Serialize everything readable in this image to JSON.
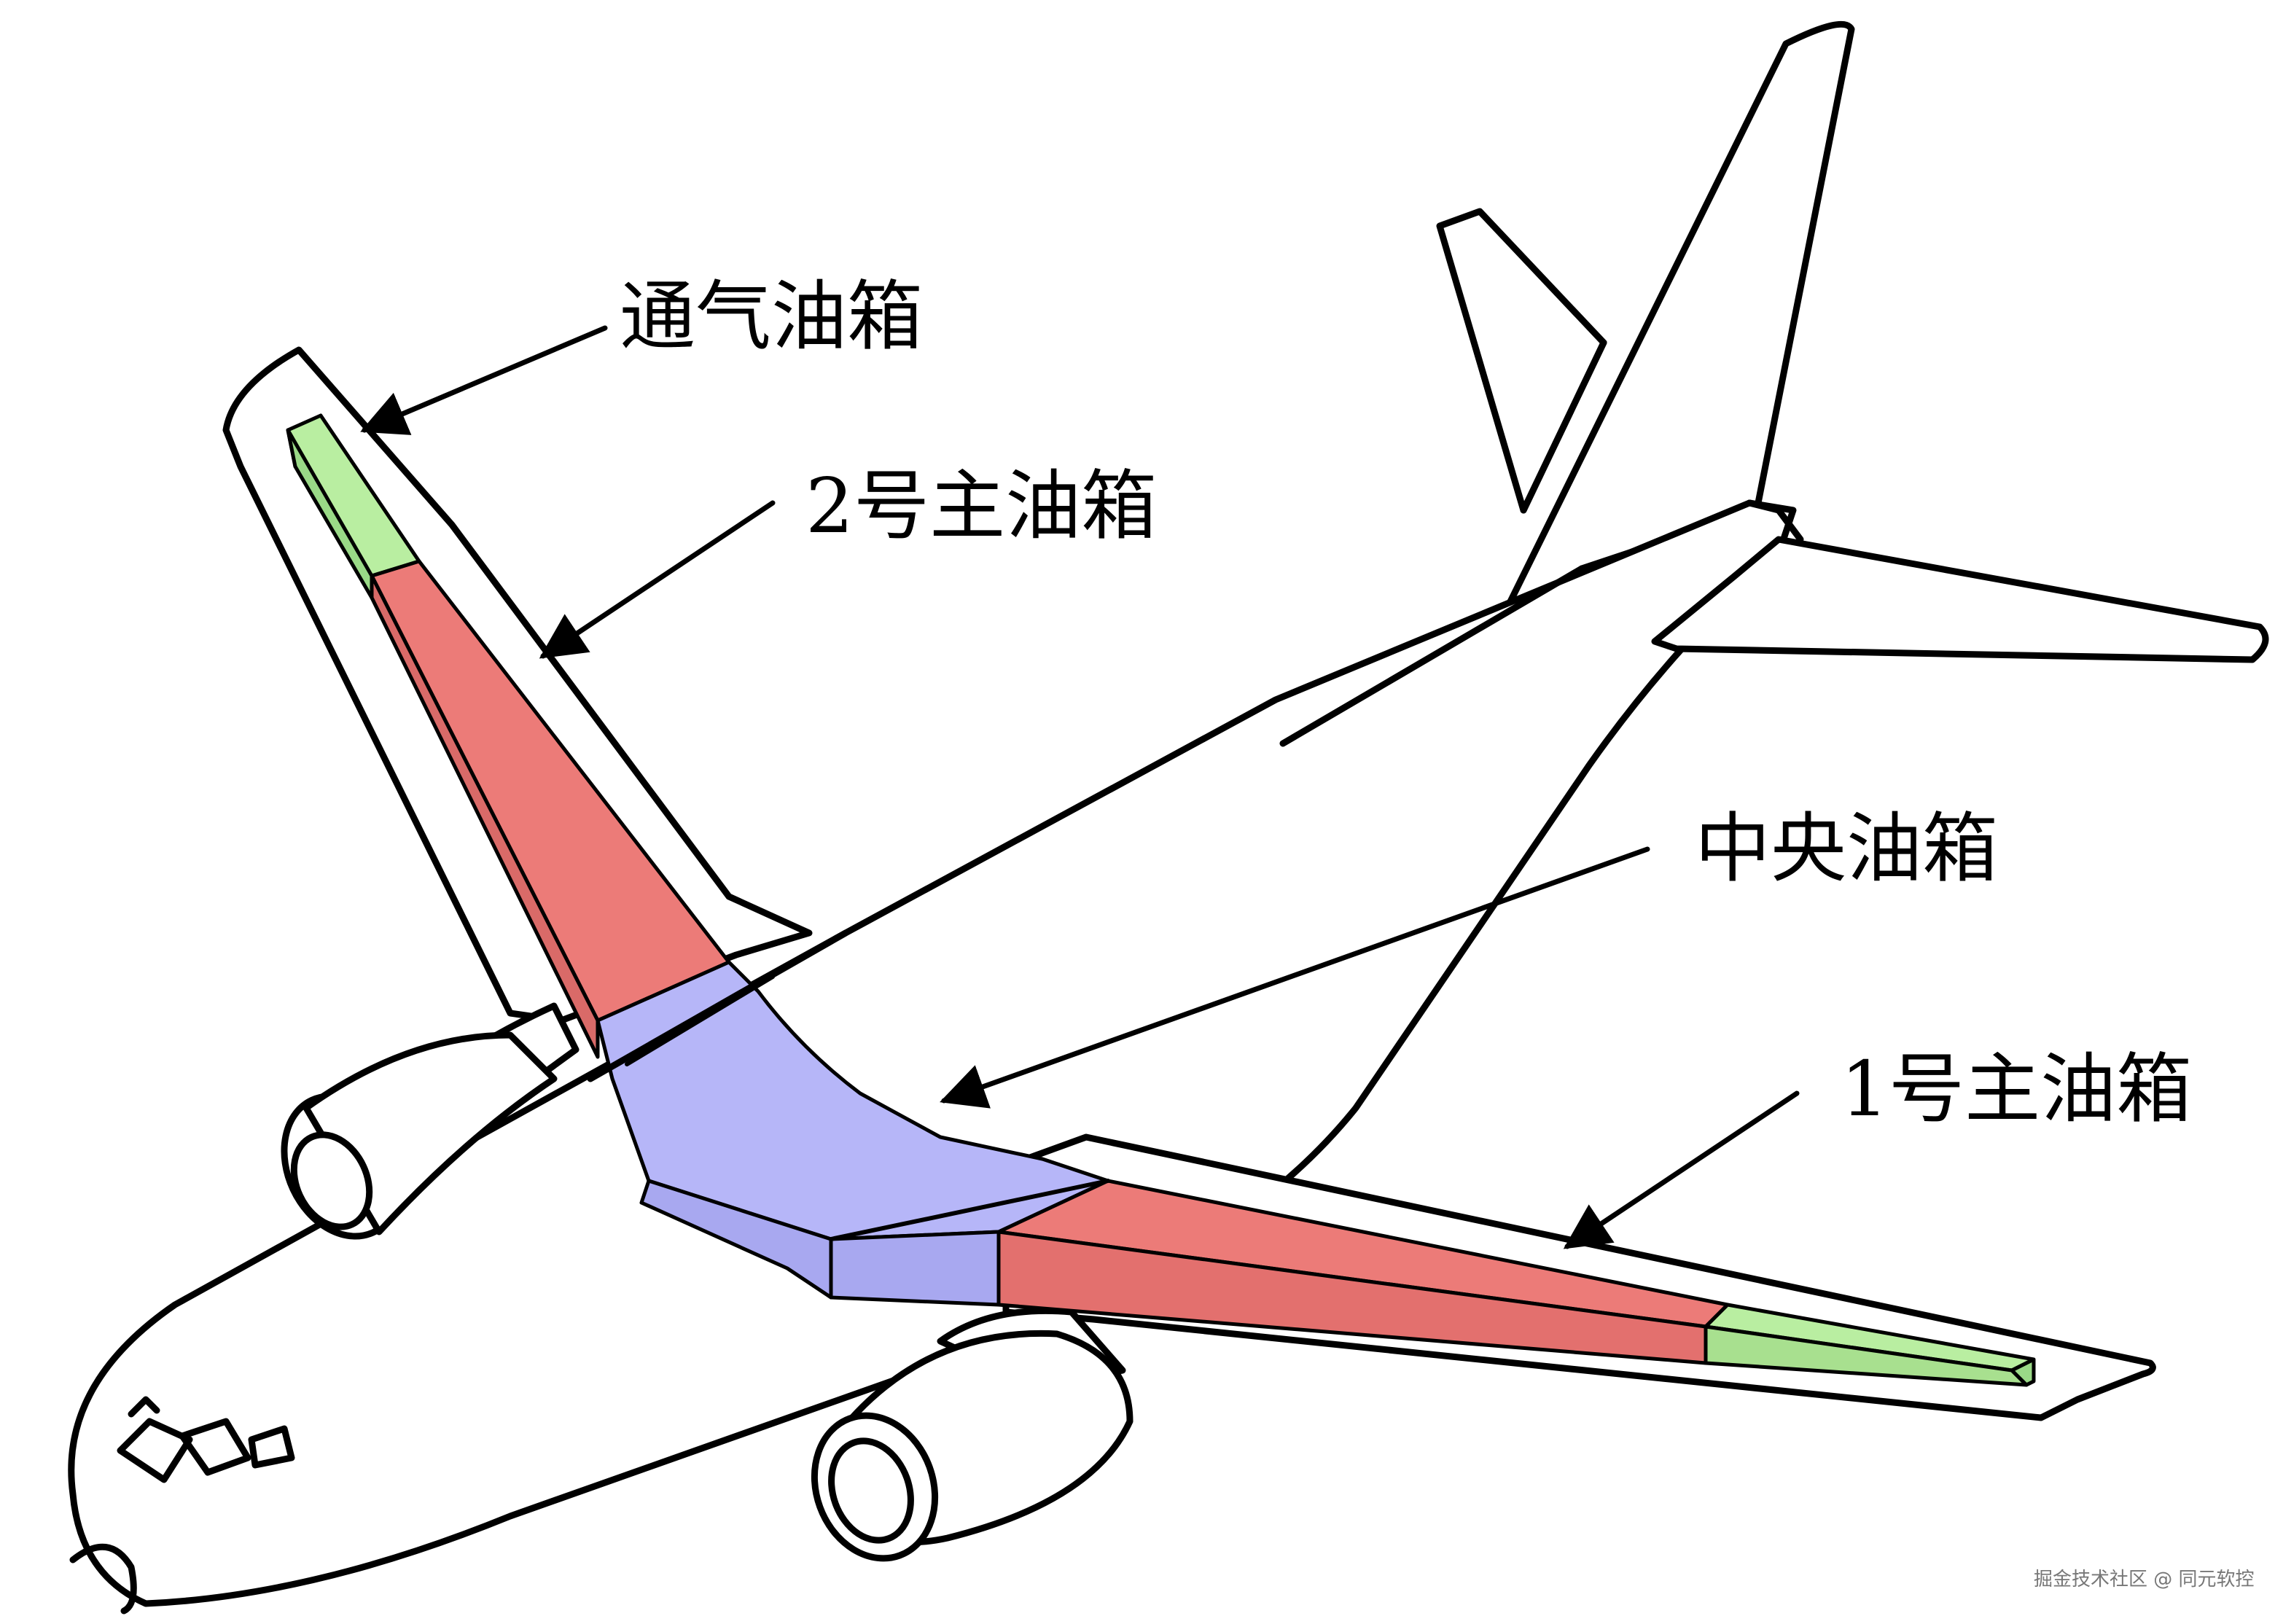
{
  "labels": {
    "vent_tank": "通气油箱",
    "main_tank_2": "2号主油箱",
    "center_tank": "中央油箱",
    "main_tank_1": "1号主油箱"
  },
  "watermark": "掘金技术社区 @ 同元软控",
  "colors": {
    "main_tank": "#ec7b78",
    "center_tank": "#b6b6f8",
    "vent_tank": "#b9eea1",
    "outline": "#000000",
    "background": "#ffffff"
  }
}
